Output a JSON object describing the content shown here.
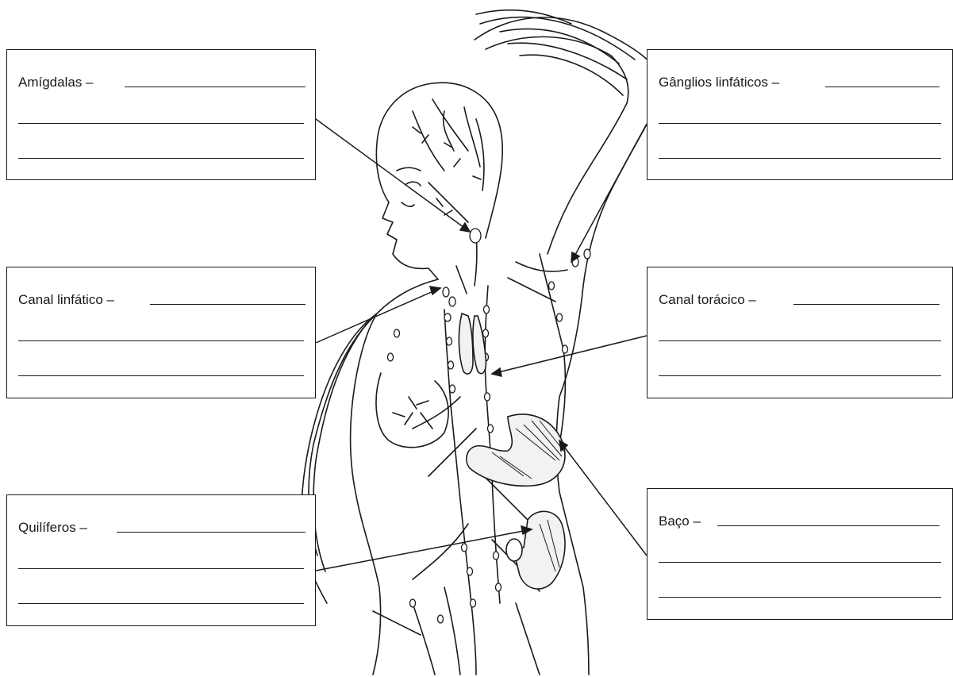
{
  "labels": {
    "amigdalas": "Amígdalas –",
    "canal_linfatico": "Canal linfático –",
    "quiliferos": "Quilíferos –",
    "ganglios": "Gânglios linfáticos –",
    "canal_toracico": "Canal torácico –",
    "baco": "Baço –"
  },
  "colors": {
    "ink": "#1a1a1a",
    "organ_fill": "#f2f2f2",
    "paper": "#ffffff"
  }
}
